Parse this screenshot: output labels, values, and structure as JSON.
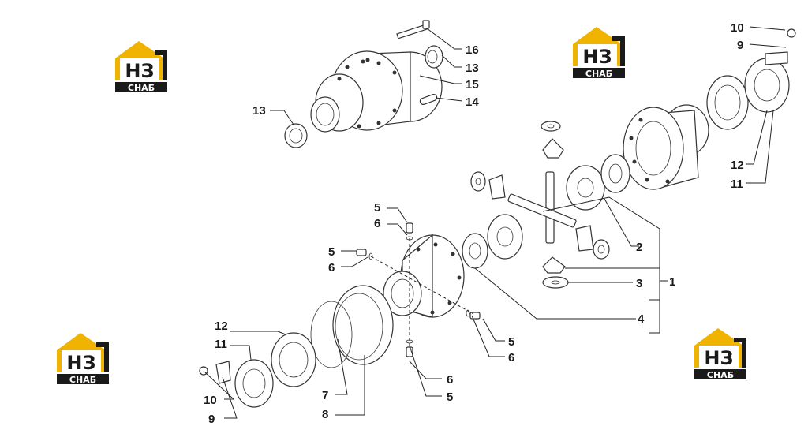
{
  "logo": {
    "mark": "НЗ",
    "caption": "СНАБ",
    "colors": {
      "roof": "#f0b400",
      "letters": "#1a1a1a",
      "bar": "#1a1a1a",
      "caption": "#ffffff"
    }
  },
  "callouts": [
    "16",
    "13",
    "15",
    "14",
    "13",
    "10",
    "9",
    "12",
    "11",
    "2",
    "3",
    "1",
    "4",
    "5",
    "6",
    "5",
    "6",
    "12",
    "11",
    "10",
    "9",
    "7",
    "8",
    "5",
    "6",
    "6",
    "5"
  ]
}
